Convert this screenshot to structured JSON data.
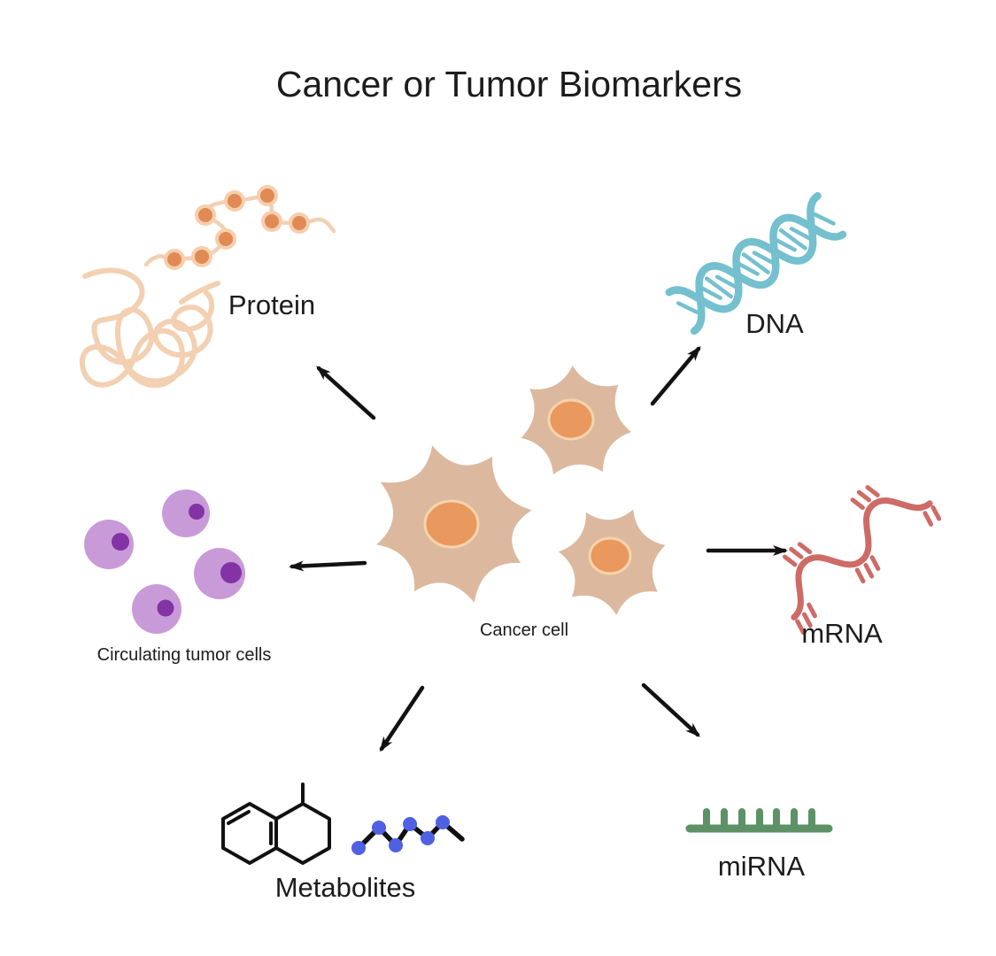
{
  "title": "Cancer or Tumor Biomarkers",
  "center_cell": {
    "label": "Cancer cell"
  },
  "biomarkers": {
    "protein": {
      "label": "Protein"
    },
    "dna": {
      "label": "DNA"
    },
    "mrna": {
      "label": "mRNA"
    },
    "ctc": {
      "label": "Circulating tumor cells"
    },
    "metabolites": {
      "label": "Metabolites"
    },
    "mirna": {
      "label": "miRNA"
    }
  },
  "colors": {
    "ink": "#1c1c1c",
    "protein_chain": "#f3d0b2",
    "protein_bead": "#e18a55",
    "protein_bead_ring": "#f5cfad",
    "dna": "#74c0cf",
    "mrna": "#cd6b67",
    "ctc_body": "#c99ad8",
    "ctc_nucleus": "#8233a4",
    "cancer_body": "#dcb99e",
    "cancer_nucleus": "#e9985e",
    "cancer_nucleus_ring": "#f7d3ab",
    "mirna": "#5d9166",
    "metabolite_line": "#111111",
    "metabolite_dot": "#4f60e2",
    "arrow": "#121212"
  }
}
